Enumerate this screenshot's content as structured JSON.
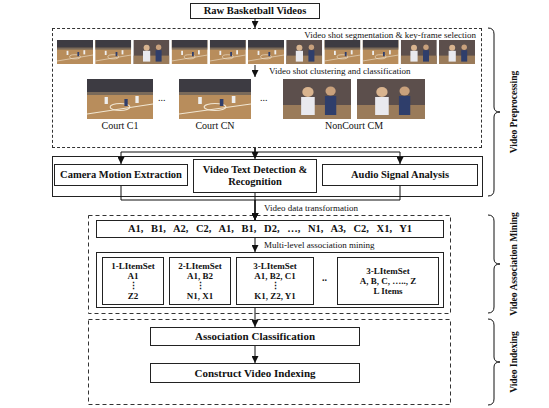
{
  "diagram": {
    "nodes": [
      {
        "text": [
          "Raw Basketball Videos"
        ]
      },
      {
        "text": [
          "Video shot segmentation & key-frame selection",
          "Video shot clustering and classification"
        ]
      },
      {
        "text": [
          "Court C1"
        ],
        "in": 1
      },
      {
        "text": [
          "Court CN"
        ],
        "in": 1
      },
      {
        "text": [
          "NonCourt CM"
        ],
        "in": 1
      },
      {
        "text": [
          "Camera Motion Extraction"
        ]
      },
      {
        "text": [
          "Video Text Detection & Recognition"
        ]
      },
      {
        "text": [
          "Audio Signal Analysis"
        ]
      },
      {
        "text": [
          "A1, B1, A2, C2, A1, B1, D2, …, N1, A3, C2, X1, Y1"
        ]
      },
      {
        "text": [
          ".."
        ]
      },
      {
        "text": [
          "1-LItemSet",
          "A1",
          "⋮",
          "Z2"
        ],
        "in": 9
      },
      {
        "text": [
          "2-LItemSet",
          "A1, B2",
          "⋮",
          "N1, X1"
        ],
        "in": 9
      },
      {
        "text": [
          "3-LItemSet",
          "A1, B2, C1",
          "⋮",
          "K1, Z2, Y1"
        ],
        "in": 9
      },
      {
        "text": [
          "3-LItemSet",
          "A, B, C, ….., Z",
          "L Items"
        ],
        "in": 9
      },
      {
        "text": [
          "Association Classification"
        ]
      },
      {
        "text": [
          "Construct Video Indexing"
        ]
      }
    ],
    "edges": [
      {
        "from": 0,
        "to": 1,
        "arrow": "to"
      },
      {
        "from": 1,
        "to": 5,
        "arrow": "to"
      },
      {
        "from": 1,
        "to": 6,
        "arrow": "to"
      },
      {
        "from": 1,
        "to": 7,
        "arrow": "to"
      },
      {
        "from": 5,
        "to": 8,
        "arrow": "to"
      },
      {
        "from": 6,
        "to": 8,
        "label": "Video data transformation",
        "arrow": "to"
      },
      {
        "from": 7,
        "to": 8,
        "arrow": "to"
      },
      {
        "from": 8,
        "to": 9,
        "label": "Multi-level association mining",
        "arrow": "to"
      },
      {
        "from": 9,
        "to": 14,
        "arrow": "to"
      },
      {
        "from": 14,
        "to": 15,
        "arrow": "to"
      }
    ],
    "labels": [
      "...",
      "...",
      "Video Preprocessing",
      "Video Association Mining",
      "Video Indexing"
    ]
  }
}
